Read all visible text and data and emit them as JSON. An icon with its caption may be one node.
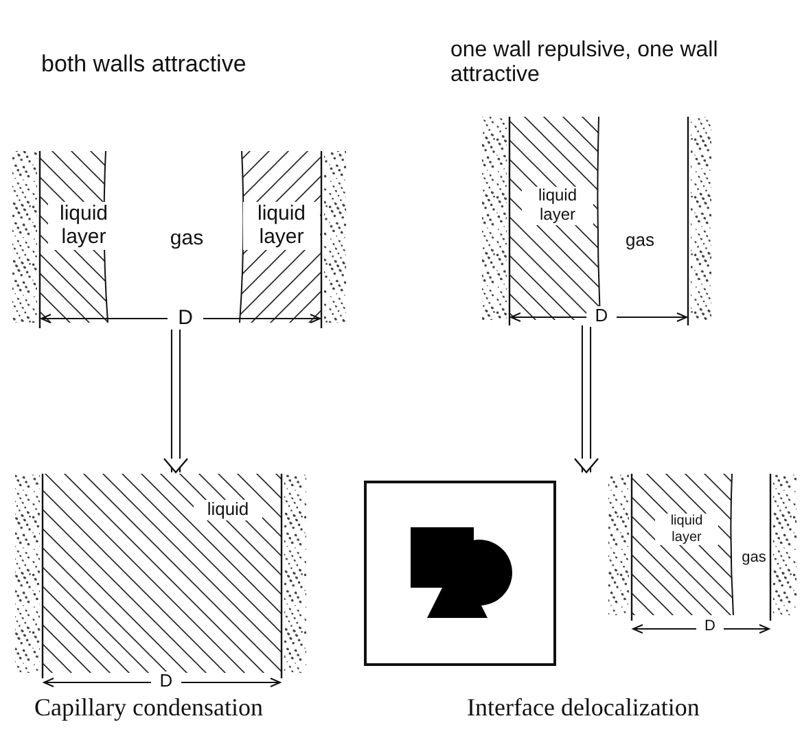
{
  "diagram": {
    "nodes": [
      {
        "text": [
          "both walls attractive",
          "liquid layer",
          "gas",
          "liquid layer",
          "D"
        ]
      },
      {
        "text": [
          "one wall repulsive, one wall attractive",
          "liquid layer",
          "gas",
          "D"
        ]
      },
      {
        "text": [
          "liquid",
          "D",
          "Capillary condensation"
        ]
      },
      {
        "text": [
          "liquid layer",
          "gas",
          "D"
        ],
        "beside": [
          "Interface delocalization"
        ]
      }
    ],
    "edges": [
      {
        "from": 0,
        "to": 2,
        "arrow": "to"
      },
      {
        "from": 1,
        "to": 3,
        "arrow": "to"
      }
    ]
  }
}
